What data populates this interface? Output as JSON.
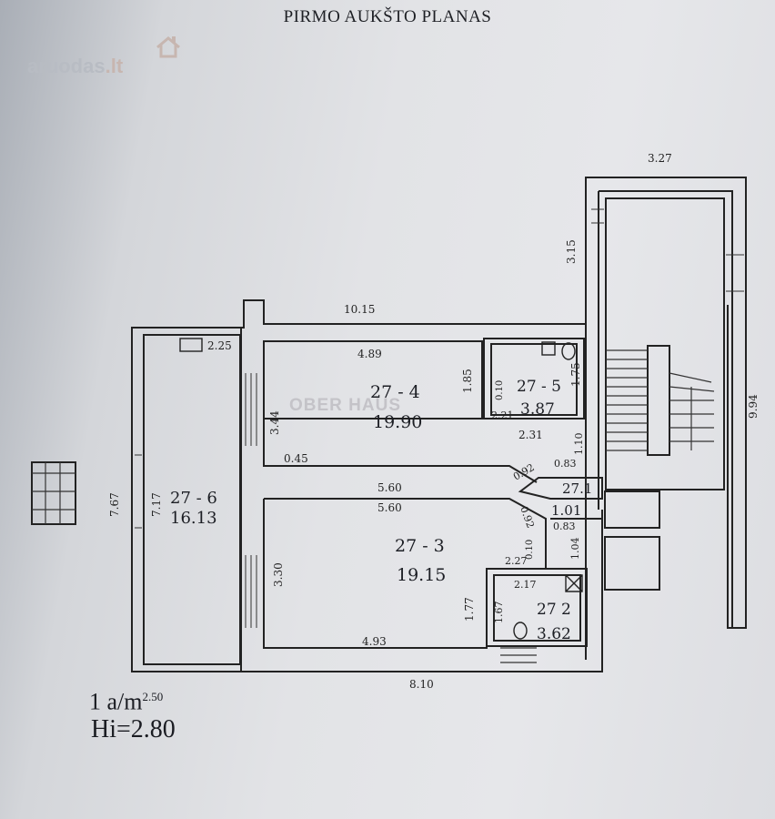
{
  "title": "PIRMO AUKŠTO PLANAS",
  "logo": {
    "name": "aruodas",
    "tld": ".lt",
    "icon": "house-icon"
  },
  "watermark": "OBER HAUS",
  "scale": {
    "main": "1 a",
    "slash": "/m",
    "exp": "2.50"
  },
  "height_label": "Hi=2.80",
  "rooms": [
    {
      "id": "27 - 4",
      "area": "19.90"
    },
    {
      "id": "27 - 5",
      "area": "3.87"
    },
    {
      "id": "27 - 6",
      "area": "16.13"
    },
    {
      "id": "27 - 3",
      "area": "19.15"
    },
    {
      "id": "27.1",
      "area": "1.01"
    },
    {
      "id": "27 2",
      "area": "3.62"
    }
  ],
  "dimensions": {
    "d327": "3.27",
    "d315": "3.15",
    "d1015": "10.15",
    "d994": "9.94",
    "d489": "4.89",
    "d225": "2.25",
    "d185": "1.85",
    "d175": "1.75",
    "d010a": "0.10",
    "d221": "2.21",
    "d231": "2.31",
    "d110": "1.10",
    "d083a": "0.83",
    "d344": "3.44",
    "d045": "0.45",
    "d092a": "0.92",
    "d767": "7.67",
    "d717": "7.17",
    "d560a": "5.60",
    "d560b": "5.60",
    "d092b": "0.92",
    "d083b": "0.83",
    "d330": "3.30",
    "d227": "2.27",
    "d104": "1.04",
    "d010b": "0.10",
    "d217": "2.17",
    "d177": "1.77",
    "d167": "1.67",
    "d493": "4.93",
    "d810": "8.10"
  }
}
